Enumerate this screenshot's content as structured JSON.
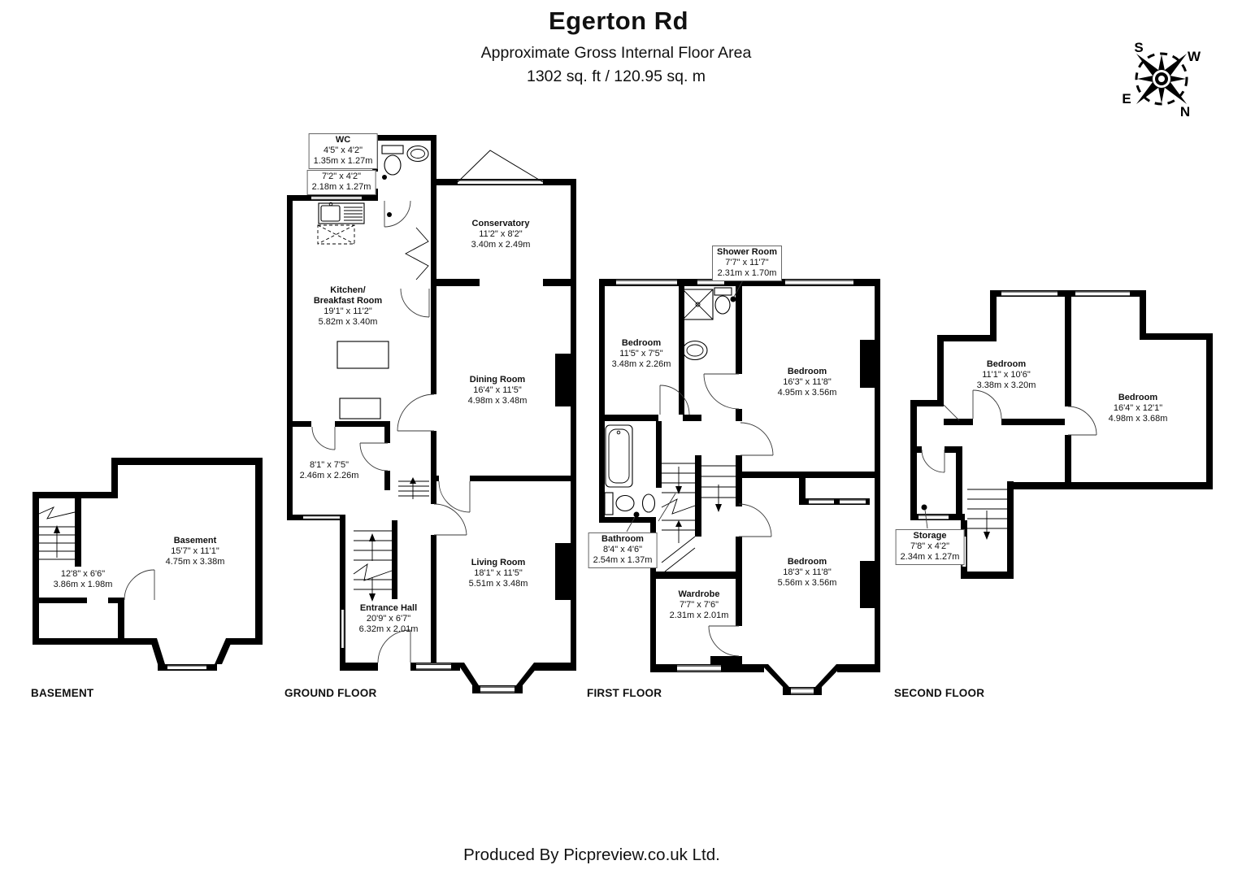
{
  "header": {
    "title": "Egerton Rd",
    "subtitle1": "Approximate Gross Internal Floor Area",
    "subtitle2": "1302 sq. ft / 120.95 sq. m"
  },
  "compass": {
    "n": "N",
    "e": "E",
    "s": "S",
    "w": "W"
  },
  "colors": {
    "walls": "#000000",
    "text": "#111111"
  },
  "icons": [
    "compass-rose",
    "stairs",
    "toilet",
    "wash-basin",
    "kitchen-sink",
    "bathtub",
    "shower-tray",
    "bay-window",
    "door-arc"
  ],
  "floors": [
    {
      "caption": "BASEMENT",
      "rooms": [
        {
          "name": "Basement",
          "imperial": "15'7\" x 11'1\"",
          "metric": "4.75m x 3.38m"
        },
        {
          "imperial": "12'8\" x 6'6\"",
          "metric": "3.86m x 1.98m"
        }
      ]
    },
    {
      "caption": "GROUND FLOOR",
      "rooms": [
        {
          "name": "WC",
          "imperial": "4'5\" x 4'2\"",
          "metric": "1.35m x 1.27m"
        },
        {
          "imperial": "7'2\" x 4'2\"",
          "metric": "2.18m x 1.27m"
        },
        {
          "name": "Conservatory",
          "imperial": "11'2\" x 8'2\"",
          "metric": "3.40m x 2.49m"
        },
        {
          "name": "Kitchen/",
          "name2": "Breakfast Room",
          "imperial": "19'1\" x 11'2\"",
          "metric": "5.82m x 3.40m"
        },
        {
          "name": "Dining Room",
          "imperial": "16'4\" x 11'5\"",
          "metric": "4.98m x 3.48m"
        },
        {
          "imperial": "8'1\" x 7'5\"",
          "metric": "2.46m x 2.26m"
        },
        {
          "name": "Living Room",
          "imperial": "18'1\" x 11'5\"",
          "metric": "5.51m x 3.48m"
        },
        {
          "name": "Entrance Hall",
          "imperial": "20'9\" x 6'7\"",
          "metric": "6.32m x 2.01m"
        }
      ]
    },
    {
      "caption": "FIRST FLOOR",
      "rooms": [
        {
          "name": "Shower Room",
          "imperial": "7'7\" x 11'7\"",
          "metric": "2.31m x 1.70m"
        },
        {
          "name": "Bedroom",
          "imperial": "11'5\" x 7'5\"",
          "metric": "3.48m x 2.26m"
        },
        {
          "name": "Bedroom",
          "imperial": "16'3\" x 11'8\"",
          "metric": "4.95m x 3.56m"
        },
        {
          "name": "Bathroom",
          "imperial": "8'4\" x 4'6\"",
          "metric": "2.54m x 1.37m"
        },
        {
          "name": "Wardrobe",
          "imperial": "7'7\" x 7'6\"",
          "metric": "2.31m x 2.01m"
        },
        {
          "name": "Bedroom",
          "imperial": "18'3\" x 11'8\"",
          "metric": "5.56m x 3.56m"
        }
      ]
    },
    {
      "caption": "SECOND FLOOR",
      "rooms": [
        {
          "name": "Bedroom",
          "imperial": "11'1\" x 10'6\"",
          "metric": "3.38m x 3.20m"
        },
        {
          "name": "Bedroom",
          "imperial": "16'4\" x 12'1\"",
          "metric": "4.98m x 3.68m"
        },
        {
          "name": "Storage",
          "imperial": "7'8\" x 4'2\"",
          "metric": "2.34m x 1.27m"
        }
      ]
    }
  ],
  "footer": "Produced By Picpreview.co.uk Ltd."
}
